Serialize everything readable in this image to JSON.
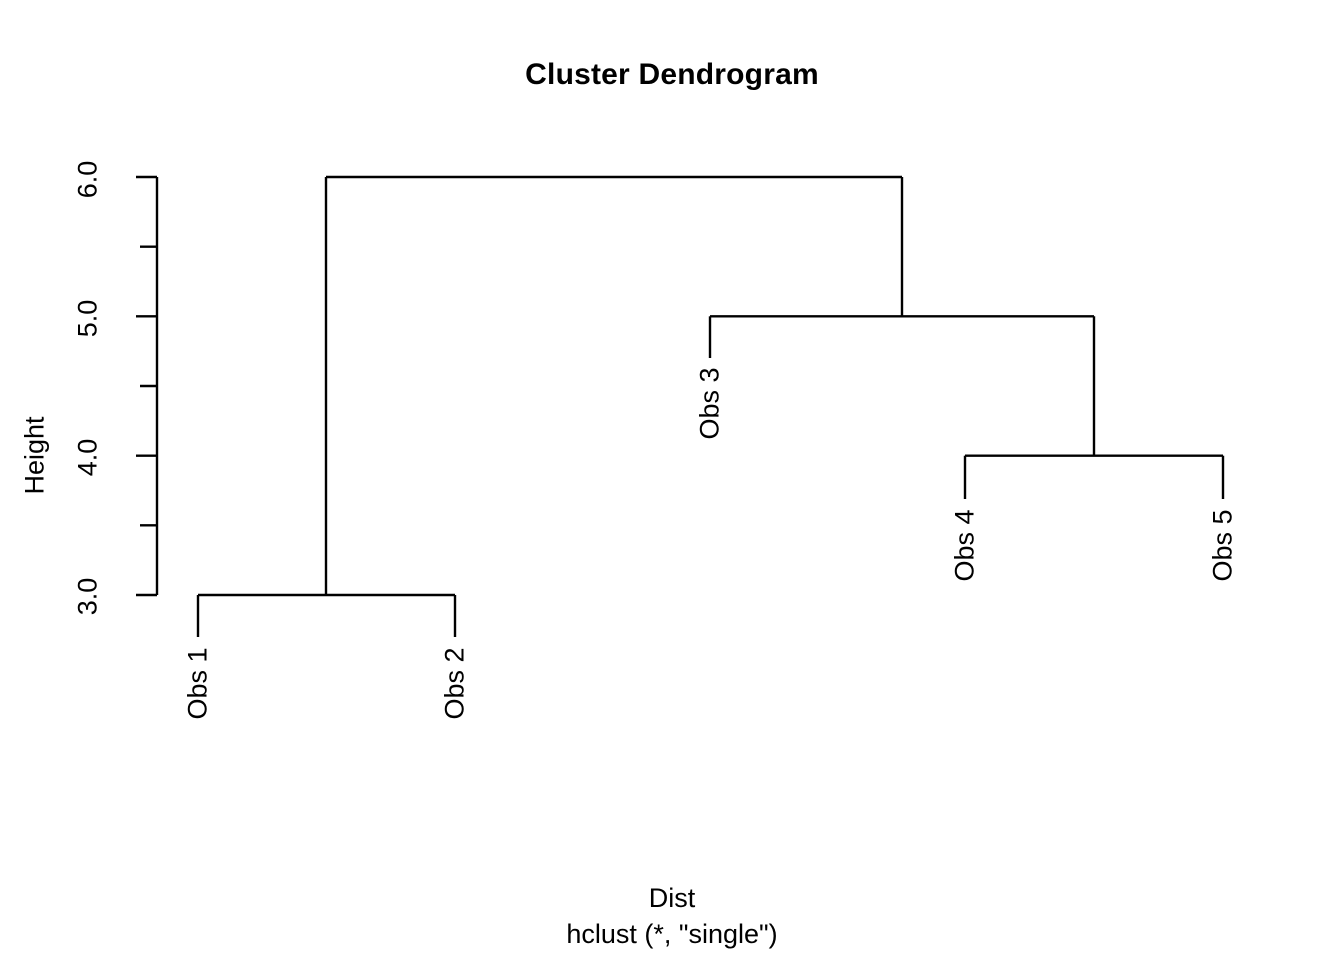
{
  "chart_data": {
    "type": "dendrogram",
    "title": "Cluster Dendrogram",
    "xlabel": "Dist",
    "xlabel_sub": "hclust (*, \"single\")",
    "ylabel": "Height",
    "ylim": [
      3.0,
      6.0
    ],
    "grid": false,
    "legend": "none",
    "line_color": "#000000",
    "background_color": "#ffffff",
    "axis_labeled_ticks": [
      "3.0",
      "4.0",
      "5.0",
      "6.0"
    ],
    "axis_labeled_tick_values": [
      3.0,
      4.0,
      5.0,
      6.0
    ],
    "axis_minor_tick_values": [
      3.5,
      4.5,
      5.5
    ],
    "leaves": [
      "Obs 1",
      "Obs 2",
      "Obs 3",
      "Obs 4",
      "Obs 5"
    ],
    "leaf_order": [
      1,
      2,
      3,
      4,
      5
    ],
    "merges": [
      {
        "id": "m1",
        "height": 3.0,
        "members": [
          "Obs 1",
          "Obs 2"
        ]
      },
      {
        "id": "m2",
        "height": 4.0,
        "members": [
          "Obs 4",
          "Obs 5"
        ]
      },
      {
        "id": "m3",
        "height": 5.0,
        "members": [
          "Obs 3",
          "m2"
        ]
      },
      {
        "id": "m4",
        "height": 6.0,
        "members": [
          "m1",
          "m3"
        ]
      }
    ],
    "method": "single",
    "distance_object": "Dist"
  },
  "axis": {
    "tick_labels": [
      "6.0",
      "5.0",
      "4.0",
      "3.0"
    ]
  },
  "leaf_labels": {
    "obs1": "Obs 1",
    "obs2": "Obs 2",
    "obs3": "Obs 3",
    "obs4": "Obs 4",
    "obs5": "Obs 5"
  }
}
